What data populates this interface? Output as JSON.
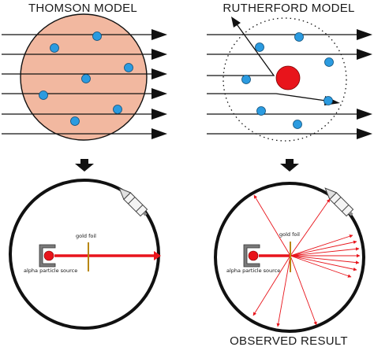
{
  "left_panel": {
    "title": "THOMSON MODEL",
    "gold_foil_label": "gold foil",
    "source_label": "alpha particle source"
  },
  "right_panel": {
    "title": "RUTHERFORD MODEL",
    "gold_foil_label": "gold foil",
    "source_label": "alpha particle source",
    "result_label": "OBSERVED RESULT"
  },
  "colors": {
    "thomson_sphere": "#f2b8a0",
    "electron": "#2b9be0",
    "nucleus": "#e8141b",
    "gold_foil": "#b8860b",
    "beam": "#e8141b",
    "source_housing": "#7a7a7a"
  },
  "icons": [
    "arrow-down-icon",
    "detector-icon",
    "arrow-right-icon"
  ]
}
